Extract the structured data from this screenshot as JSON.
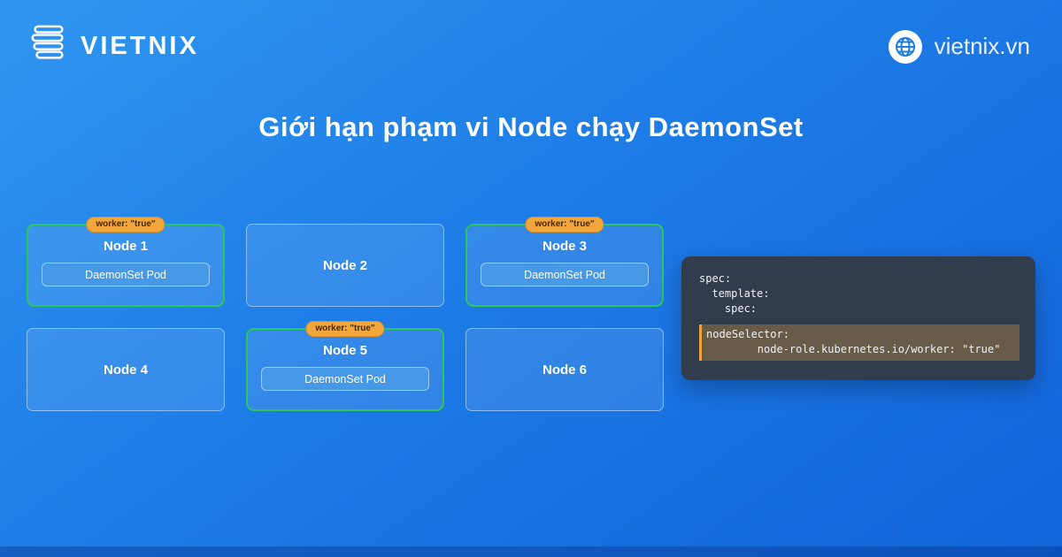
{
  "header": {
    "brand": "VIETNIX",
    "website": "vietnix.vn"
  },
  "title": "Giới hạn phạm vi Node chạy DaemonSet",
  "badge_label": "worker: \"true\"",
  "pod_label": "DaemonSet Pod",
  "nodes": [
    {
      "label": "Node 1",
      "selected": true,
      "has_pod": true
    },
    {
      "label": "Node 2",
      "selected": false,
      "has_pod": false
    },
    {
      "label": "Node 3",
      "selected": true,
      "has_pod": true
    },
    {
      "label": "Node 4",
      "selected": false,
      "has_pod": false
    },
    {
      "label": "Node 5",
      "selected": true,
      "has_pod": true
    },
    {
      "label": "Node 6",
      "selected": false,
      "has_pod": false
    }
  ],
  "code": {
    "lines": [
      "spec:",
      "  template:",
      "    spec:"
    ],
    "highlight": [
      "nodeSelector:",
      "        node-role.kubernetes.io/worker: \"true\""
    ]
  },
  "colors": {
    "background_blue": "#1d7ce6",
    "accent_green": "#2bc75c",
    "badge_orange": "#f3a63b",
    "pod_blue": "#4699e6",
    "code_bg": "#313d4c",
    "highlight_orange": "#f0a43e"
  }
}
